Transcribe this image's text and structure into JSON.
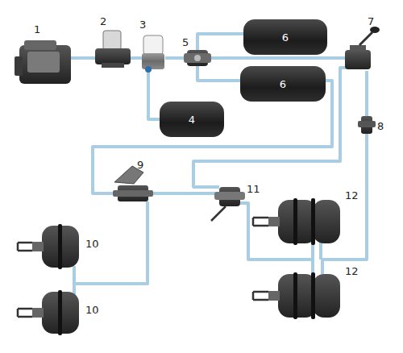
{
  "diagram": {
    "nodes": [
      {
        "text": [
          "6"
        ]
      },
      {
        "text": [
          "6"
        ]
      },
      {
        "text": [
          "4"
        ]
      }
    ],
    "labels": [
      "1",
      "2",
      "3",
      "5",
      "7",
      "8",
      "9",
      "10",
      "10",
      "11",
      "12",
      "12"
    ]
  }
}
